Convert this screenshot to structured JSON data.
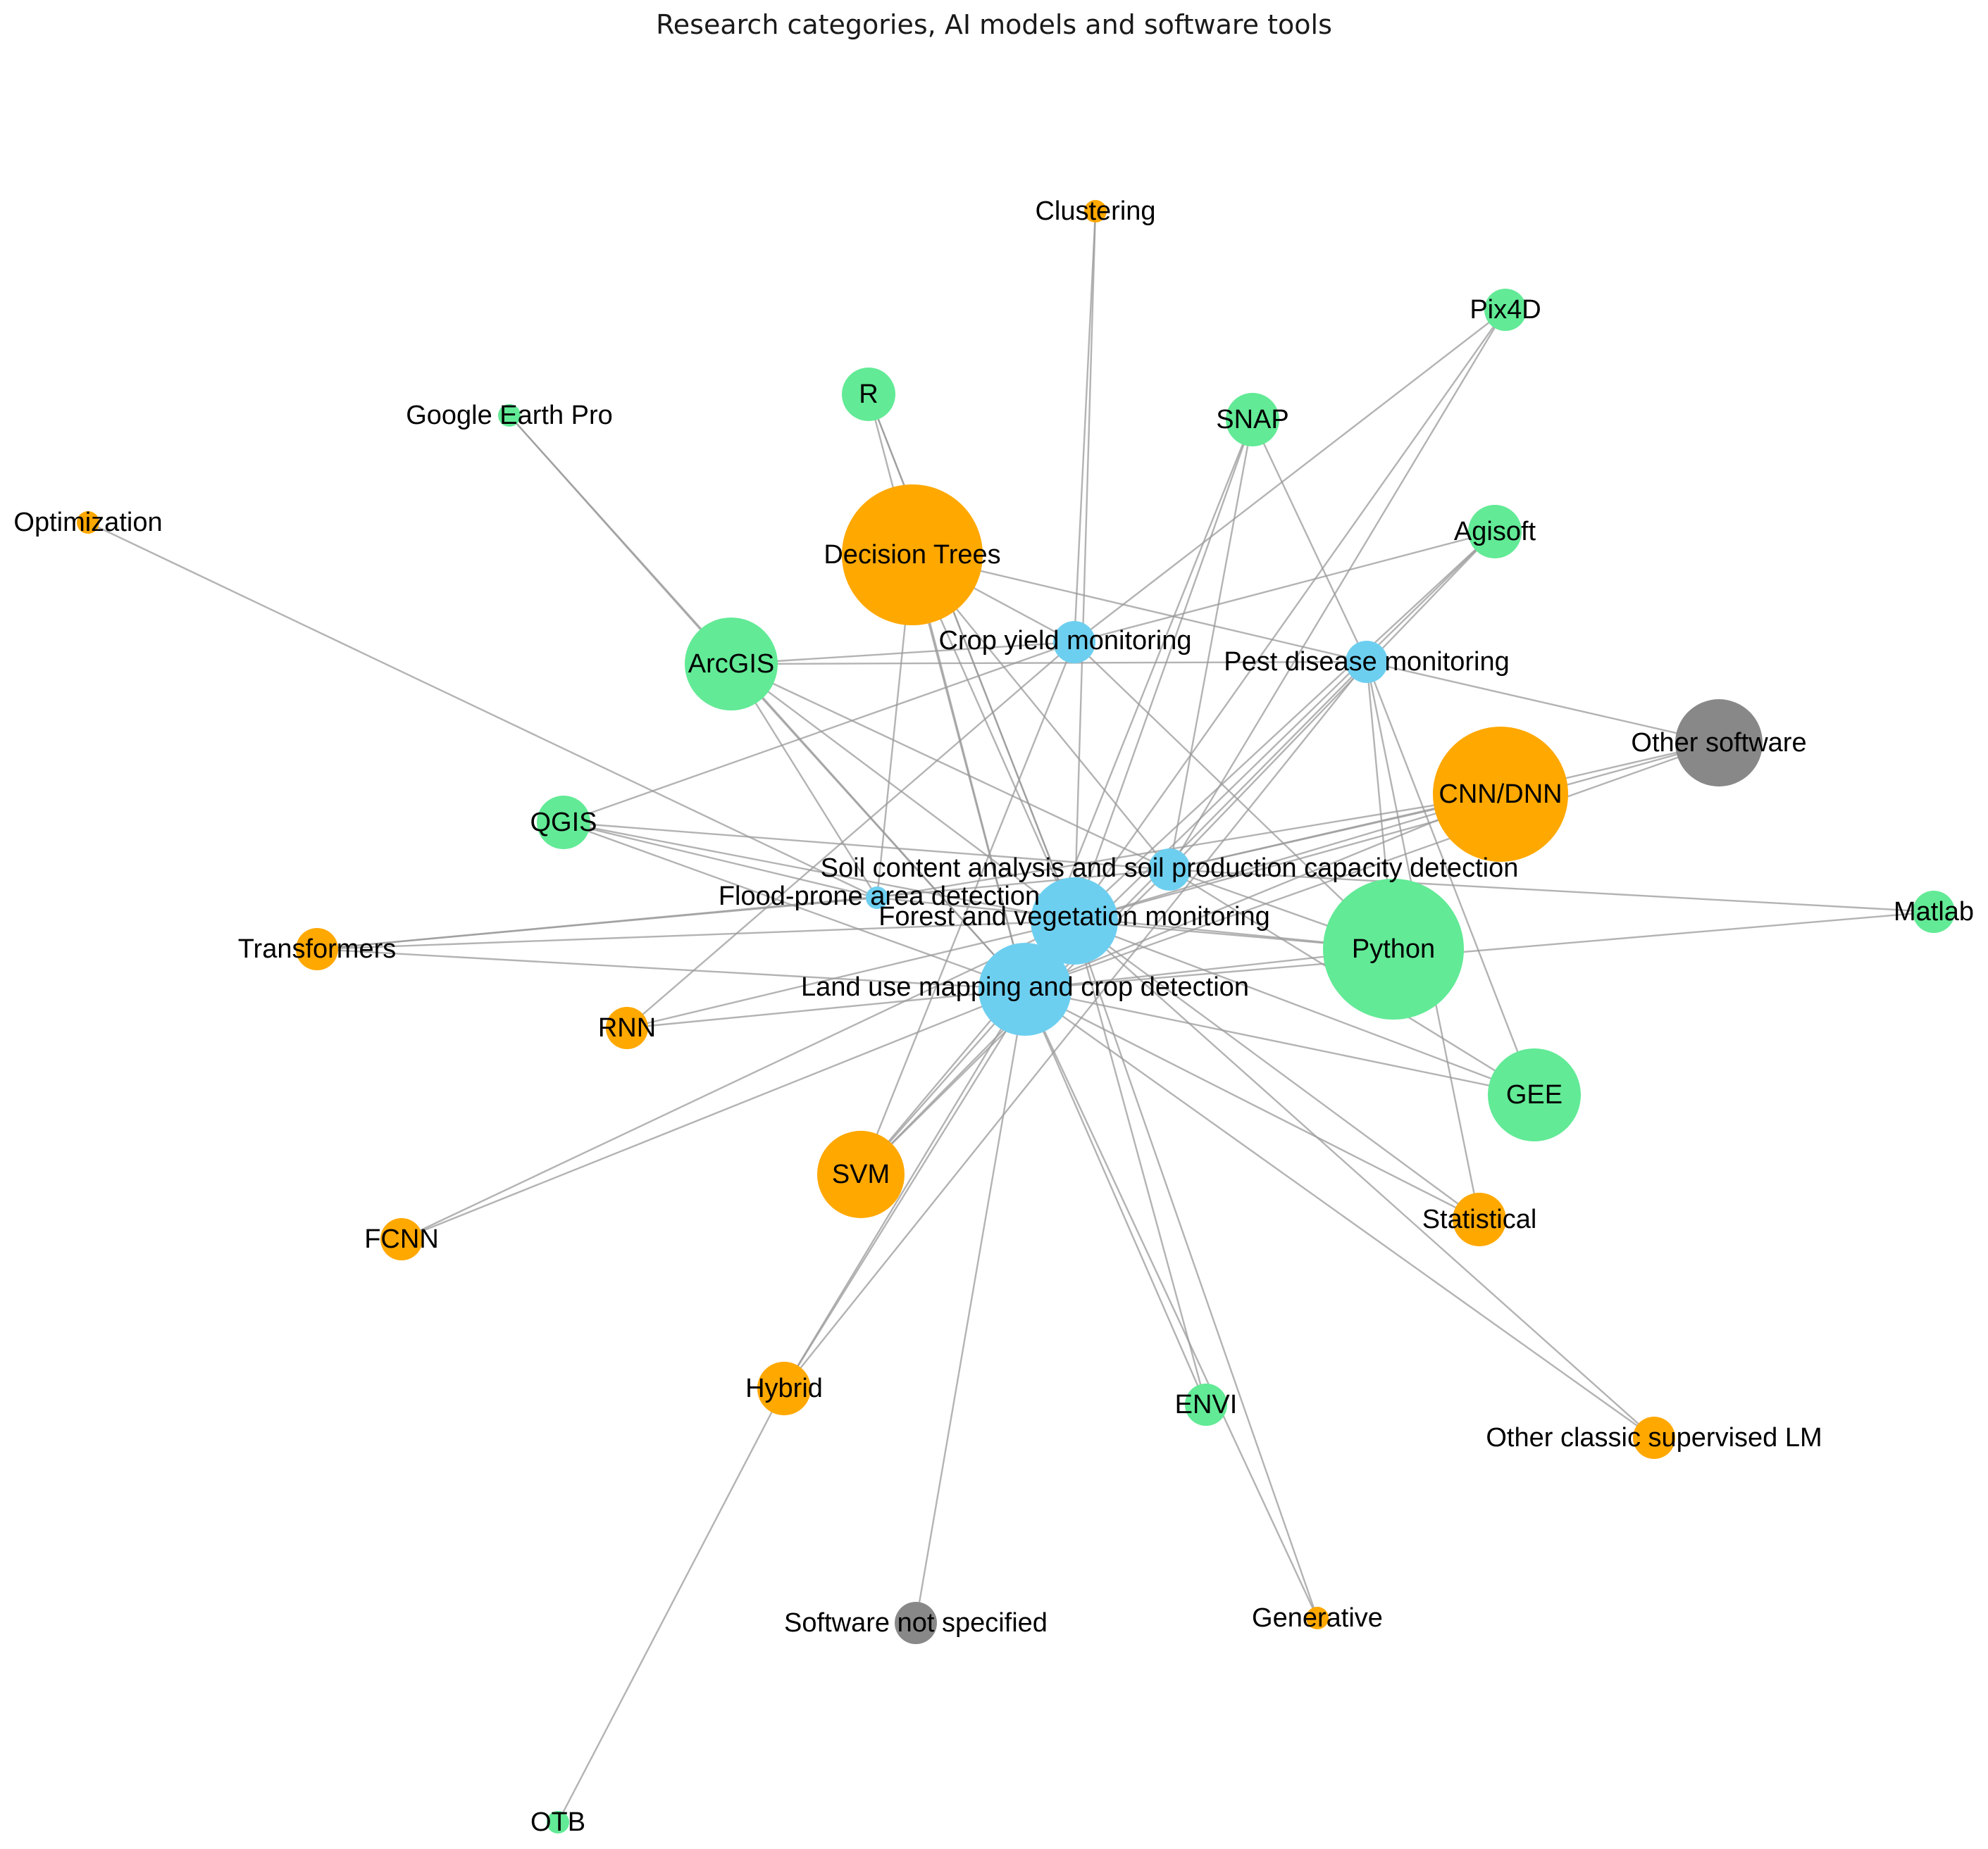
{
  "title": "Research categories, AI models and software tools",
  "colors": {
    "research_category": "#6dcff0",
    "ai_model": "#ffa800",
    "software": "#62ea96",
    "unspecified": "#888888",
    "edge": "#9a9a9a"
  },
  "nodes": [
    {
      "id": "land_use",
      "label": "Land use mapping and crop detection",
      "group": "research_category",
      "size": 5
    },
    {
      "id": "forest",
      "label": "Forest and vegetation monitoring",
      "group": "research_category",
      "size": 4
    },
    {
      "id": "soil",
      "label": "Soil content analysis and soil production capacity detection",
      "group": "research_category",
      "size": 2
    },
    {
      "id": "flood",
      "label": "Flood-prone area detection",
      "group": "research_category",
      "size": 1
    },
    {
      "id": "crop_yield",
      "label": "Crop yield monitoring",
      "group": "research_category",
      "size": 2
    },
    {
      "id": "pest",
      "label": "Pest disease monitoring",
      "group": "research_category",
      "size": 2
    },
    {
      "id": "decision_trees",
      "label": "Decision Trees",
      "group": "ai_model",
      "size": 8
    },
    {
      "id": "cnn",
      "label": "CNN/DNN",
      "group": "ai_model",
      "size": 7
    },
    {
      "id": "svm",
      "label": "SVM",
      "group": "ai_model",
      "size": 4
    },
    {
      "id": "hybrid",
      "label": "Hybrid",
      "group": "ai_model",
      "size": 3
    },
    {
      "id": "statistical",
      "label": "Statistical",
      "group": "ai_model",
      "size": 3
    },
    {
      "id": "rnn",
      "label": "RNN",
      "group": "ai_model",
      "size": 2
    },
    {
      "id": "transformers",
      "label": "Transformers",
      "group": "ai_model",
      "size": 2
    },
    {
      "id": "fcnn",
      "label": "FCNN",
      "group": "ai_model",
      "size": 2
    },
    {
      "id": "other_lm",
      "label": "Other classic supervised LM",
      "group": "ai_model",
      "size": 2
    },
    {
      "id": "clustering",
      "label": "Clustering",
      "group": "ai_model",
      "size": 1
    },
    {
      "id": "optimization",
      "label": "Optimization",
      "group": "ai_model",
      "size": 1
    },
    {
      "id": "generative",
      "label": "Generative",
      "group": "ai_model",
      "size": 1
    },
    {
      "id": "python",
      "label": "Python",
      "group": "software",
      "size": 8
    },
    {
      "id": "arcgis",
      "label": "ArcGIS",
      "group": "software",
      "size": 5
    },
    {
      "id": "gee",
      "label": "GEE",
      "group": "software",
      "size": 5
    },
    {
      "id": "qgis",
      "label": "QGIS",
      "group": "software",
      "size": 3
    },
    {
      "id": "snap",
      "label": "SNAP",
      "group": "software",
      "size": 3
    },
    {
      "id": "agisoft",
      "label": "Agisoft",
      "group": "software",
      "size": 3
    },
    {
      "id": "r",
      "label": "R",
      "group": "software",
      "size": 3
    },
    {
      "id": "pix4d",
      "label": "Pix4D",
      "group": "software",
      "size": 2
    },
    {
      "id": "google_earth",
      "label": "Google Earth Pro",
      "group": "software",
      "size": 1
    },
    {
      "id": "matlab",
      "label": "Matlab",
      "group": "software",
      "size": 2
    },
    {
      "id": "envi",
      "label": "ENVI",
      "group": "software",
      "size": 2
    },
    {
      "id": "otb",
      "label": "OTB",
      "group": "software",
      "size": 1
    },
    {
      "id": "other_software",
      "label": "Other software",
      "group": "unspecified",
      "size": 4
    },
    {
      "id": "software_ns",
      "label": "Software not specified",
      "group": "unspecified",
      "size": 2
    }
  ],
  "edges": [
    [
      "land_use",
      "decision_trees"
    ],
    [
      "land_use",
      "cnn"
    ],
    [
      "land_use",
      "svm"
    ],
    [
      "land_use",
      "hybrid"
    ],
    [
      "land_use",
      "statistical"
    ],
    [
      "land_use",
      "rnn"
    ],
    [
      "land_use",
      "transformers"
    ],
    [
      "land_use",
      "fcnn"
    ],
    [
      "land_use",
      "other_lm"
    ],
    [
      "land_use",
      "python"
    ],
    [
      "land_use",
      "arcgis"
    ],
    [
      "land_use",
      "gee"
    ],
    [
      "land_use",
      "qgis"
    ],
    [
      "land_use",
      "snap"
    ],
    [
      "land_use",
      "agisoft"
    ],
    [
      "land_use",
      "r"
    ],
    [
      "land_use",
      "pix4d"
    ],
    [
      "land_use",
      "envi"
    ],
    [
      "land_use",
      "other_software"
    ],
    [
      "land_use",
      "software_ns"
    ],
    [
      "land_use",
      "generative"
    ],
    [
      "land_use",
      "matlab"
    ],
    [
      "forest",
      "decision_trees"
    ],
    [
      "forest",
      "cnn"
    ],
    [
      "forest",
      "svm"
    ],
    [
      "forest",
      "hybrid"
    ],
    [
      "forest",
      "statistical"
    ],
    [
      "forest",
      "rnn"
    ],
    [
      "forest",
      "transformers"
    ],
    [
      "forest",
      "fcnn"
    ],
    [
      "forest",
      "other_lm"
    ],
    [
      "forest",
      "python"
    ],
    [
      "forest",
      "arcgis"
    ],
    [
      "forest",
      "gee"
    ],
    [
      "forest",
      "qgis"
    ],
    [
      "forest",
      "snap"
    ],
    [
      "forest",
      "agisoft"
    ],
    [
      "forest",
      "r"
    ],
    [
      "forest",
      "envi"
    ],
    [
      "forest",
      "other_software"
    ],
    [
      "forest",
      "clustering"
    ],
    [
      "forest",
      "generative"
    ],
    [
      "soil",
      "decision_trees"
    ],
    [
      "soil",
      "cnn"
    ],
    [
      "soil",
      "python"
    ],
    [
      "soil",
      "qgis"
    ],
    [
      "soil",
      "arcgis"
    ],
    [
      "soil",
      "matlab"
    ],
    [
      "soil",
      "transformers"
    ],
    [
      "soil",
      "svm"
    ],
    [
      "soil",
      "agisoft"
    ],
    [
      "soil",
      "pix4d"
    ],
    [
      "soil",
      "other_software"
    ],
    [
      "soil",
      "gee"
    ],
    [
      "soil",
      "snap"
    ],
    [
      "flood",
      "decision_trees"
    ],
    [
      "flood",
      "arcgis"
    ],
    [
      "flood",
      "optimization"
    ],
    [
      "flood",
      "qgis"
    ],
    [
      "flood",
      "python"
    ],
    [
      "flood",
      "transformers"
    ],
    [
      "flood",
      "cnn"
    ],
    [
      "crop_yield",
      "decision_trees"
    ],
    [
      "crop_yield",
      "arcgis"
    ],
    [
      "crop_yield",
      "pix4d"
    ],
    [
      "crop_yield",
      "agisoft"
    ],
    [
      "crop_yield",
      "qgis"
    ],
    [
      "crop_yield",
      "python"
    ],
    [
      "crop_yield",
      "clustering"
    ],
    [
      "crop_yield",
      "rnn"
    ],
    [
      "crop_yield",
      "svm"
    ],
    [
      "pest",
      "arcgis"
    ],
    [
      "pest",
      "snap"
    ],
    [
      "pest",
      "other_software"
    ],
    [
      "pest",
      "statistical"
    ],
    [
      "pest",
      "gee"
    ],
    [
      "pest",
      "decision_trees"
    ],
    [
      "pest",
      "svm"
    ],
    [
      "pest",
      "python"
    ],
    [
      "pest",
      "hybrid"
    ],
    [
      "hybrid",
      "otb"
    ],
    [
      "google_earth",
      "arcgis"
    ],
    [
      "google_earth",
      "land_use"
    ],
    [
      "r",
      "forest"
    ]
  ]
}
